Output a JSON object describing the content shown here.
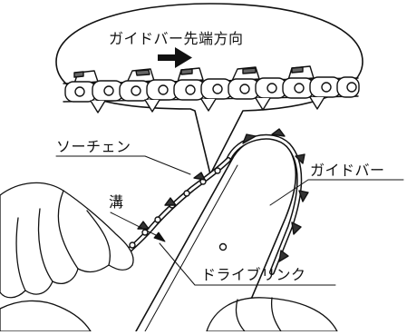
{
  "diagram": {
    "callout_text": "ガイドバー先端方向",
    "labels": {
      "saw_chain": "ソーチェン",
      "guide_bar": "ガイドバー",
      "groove": "溝",
      "drive_link": "ドライブリンク"
    },
    "icons": [
      "direction-arrow-icon",
      "chain-icon",
      "hand-illustration",
      "guide-bar-illustration"
    ]
  }
}
